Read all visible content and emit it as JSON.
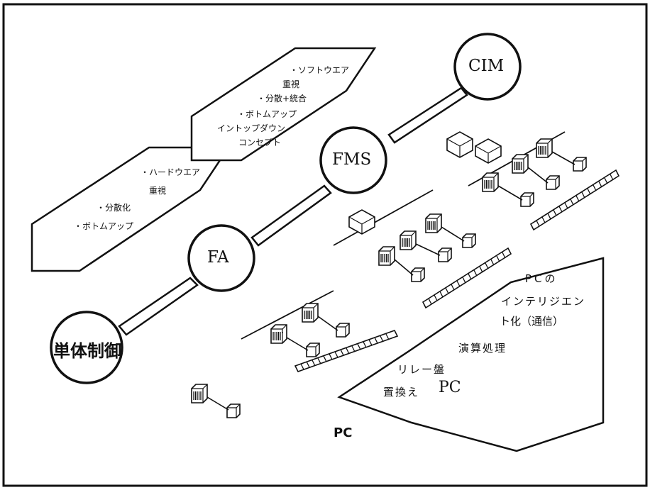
{
  "nodes": {
    "standalone": "単体制御",
    "fa": "FA",
    "fms": "FMS",
    "cim": "CIM"
  },
  "upper_panel": {
    "lines": [
      "・ソフトウエア",
      "重視",
      "・分散+統合",
      "・ボトムアップ",
      "イントップダウン",
      "コンセプト"
    ]
  },
  "lower_panel": {
    "lines": [
      "・ハードウエア",
      "重視",
      "・分散化",
      "・ボトムアップ"
    ]
  },
  "pc_panel": {
    "lines": [
      "PCの",
      "インテリジエン",
      "ト化（通信）",
      "演算処理",
      "リレー盤",
      "置換え",
      "PC"
    ]
  },
  "bottom_label": "PC"
}
